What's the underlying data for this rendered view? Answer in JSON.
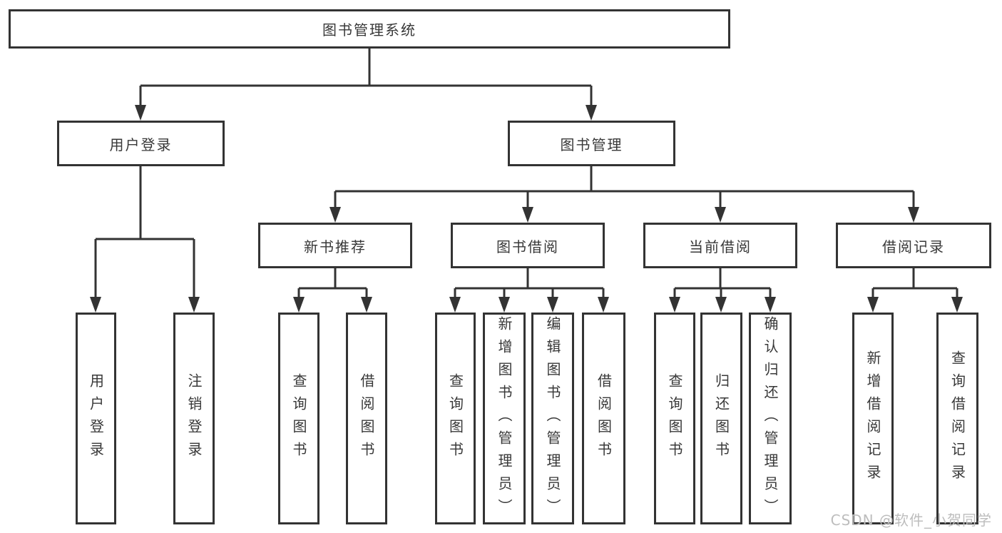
{
  "tree": {
    "label": "图书管理系统",
    "children": [
      {
        "label": "用户登录",
        "children": [
          {
            "label": "用户登录"
          },
          {
            "label": "注销登录"
          }
        ]
      },
      {
        "label": "图书管理",
        "children": [
          {
            "label": "新书推荐",
            "children": [
              {
                "label": "查询图书"
              },
              {
                "label": "借阅图书"
              }
            ]
          },
          {
            "label": "图书借阅",
            "children": [
              {
                "label": "查询图书"
              },
              {
                "label": "新增图书（管理员）"
              },
              {
                "label": "编辑图书（管理员）"
              },
              {
                "label": "借阅图书"
              }
            ]
          },
          {
            "label": "当前借阅",
            "children": [
              {
                "label": "查询图书"
              },
              {
                "label": "归还图书"
              },
              {
                "label": "确认归还（管理员）"
              }
            ]
          },
          {
            "label": "借阅记录",
            "children": [
              {
                "label": "新增借阅记录"
              },
              {
                "label": "查询借阅记录"
              }
            ]
          }
        ]
      }
    ]
  },
  "watermark": {
    "text": "CSDN @软件_小贺同学"
  },
  "colors": {
    "line": "#333333",
    "box_border": "#333333",
    "box_fill": "#ffffff",
    "text": "#383838",
    "watermark": "#bdbdbd",
    "background": "#ffffff"
  }
}
